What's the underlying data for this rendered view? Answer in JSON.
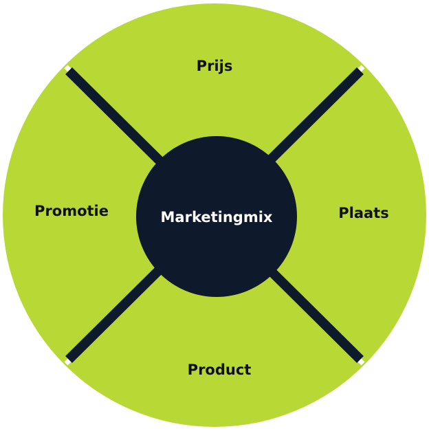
{
  "diagram": {
    "center_label": "Marketingmix",
    "segments": {
      "top": "Prijs",
      "right": "Plaats",
      "bottom": "Product",
      "left": "Promotie"
    },
    "colors": {
      "segment_fill": "#b8d935",
      "hub_fill": "#0e1a2b",
      "divider": "#0e1a2b",
      "hub_text": "#ffffff",
      "segment_text": "#111111"
    }
  }
}
